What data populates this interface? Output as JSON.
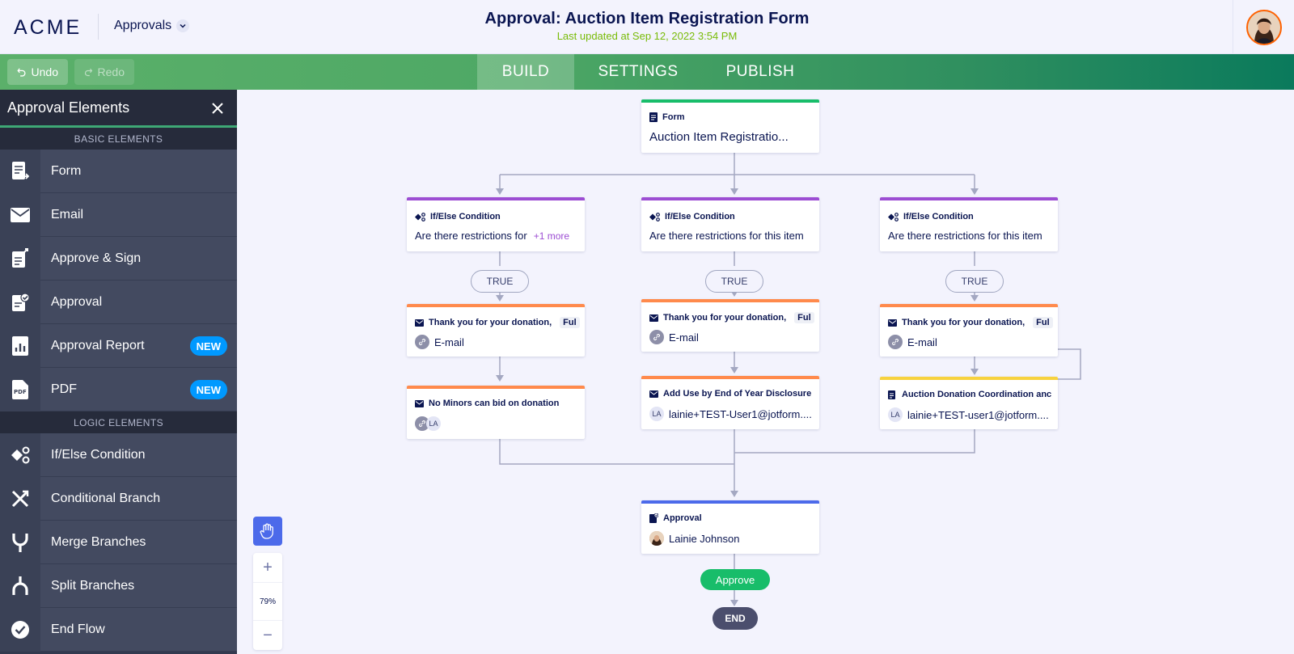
{
  "header": {
    "logo": "ACME",
    "app_switcher": "Approvals",
    "title": "Approval: Auction Item Registration Form",
    "last_updated": "Last updated at Sep 12, 2022 3:54 PM"
  },
  "toolbar": {
    "undo": "Undo",
    "redo": "Redo",
    "tabs": [
      {
        "label": "BUILD",
        "active": true
      },
      {
        "label": "SETTINGS",
        "active": false
      },
      {
        "label": "PUBLISH",
        "active": false
      }
    ]
  },
  "sidebar": {
    "title": "Approval Elements",
    "basic_section": "BASIC ELEMENTS",
    "logic_section": "LOGIC ELEMENTS",
    "basic_items": [
      {
        "label": "Form",
        "icon": "form-icon"
      },
      {
        "label": "Email",
        "icon": "email-icon"
      },
      {
        "label": "Approve & Sign",
        "icon": "approve-sign-icon"
      },
      {
        "label": "Approval",
        "icon": "approval-icon"
      },
      {
        "label": "Approval Report",
        "icon": "report-icon",
        "badge": "NEW"
      },
      {
        "label": "PDF",
        "icon": "pdf-icon",
        "badge": "NEW"
      }
    ],
    "logic_items": [
      {
        "label": "If/Else Condition",
        "icon": "condition-icon"
      },
      {
        "label": "Conditional Branch",
        "icon": "conditional-branch-icon"
      },
      {
        "label": "Merge Branches",
        "icon": "merge-icon"
      },
      {
        "label": "Split Branches",
        "icon": "split-icon"
      },
      {
        "label": "End Flow",
        "icon": "end-flow-icon"
      }
    ]
  },
  "flow": {
    "form_node": {
      "type": "Form",
      "text": "Auction Item Registratio..."
    },
    "conditions": [
      {
        "type": "If/Else Condition",
        "text": "Are there restrictions for",
        "more": "+1 more"
      },
      {
        "type": "If/Else Condition",
        "text": "Are there restrictions for this item"
      },
      {
        "type": "If/Else Condition",
        "text": "Are there restrictions for this item"
      }
    ],
    "true_label": "TRUE",
    "emails": [
      {
        "title": "Thank you for your donation,",
        "tag": "Ful",
        "recipient": "E-mail"
      },
      {
        "title": "Thank you for your donation,",
        "tag": "Ful",
        "recipient": "E-mail"
      },
      {
        "title": "Thank you for your donation,",
        "tag": "Ful",
        "recipient": "E-mail"
      }
    ],
    "second_row": [
      {
        "title": "No Minors can bid on donation",
        "recipient": "LA"
      },
      {
        "title": "Add Use by End of Year Disclosure",
        "initials": "LA",
        "recipient": "lainie+TEST-User1@jotform...."
      },
      {
        "title": "Auction Donation Coordination anc",
        "initials": "LA",
        "recipient": "lainie+TEST-user1@jotform...."
      }
    ],
    "approval_node": {
      "type": "Approval",
      "assignee": "Lainie Johnson"
    },
    "approve_label": "Approve",
    "end_label": "END"
  },
  "zoom": {
    "level": "79%",
    "plus": "+",
    "minus": "−"
  },
  "colors": {
    "green": "#4ea865",
    "form_bar": "#18bd6a",
    "condition_bar": "#9c4dd3",
    "email_bar": "#ff8a4c",
    "approve_sign_bar": "#f7d23e",
    "approval_bar": "#4c6aea"
  }
}
